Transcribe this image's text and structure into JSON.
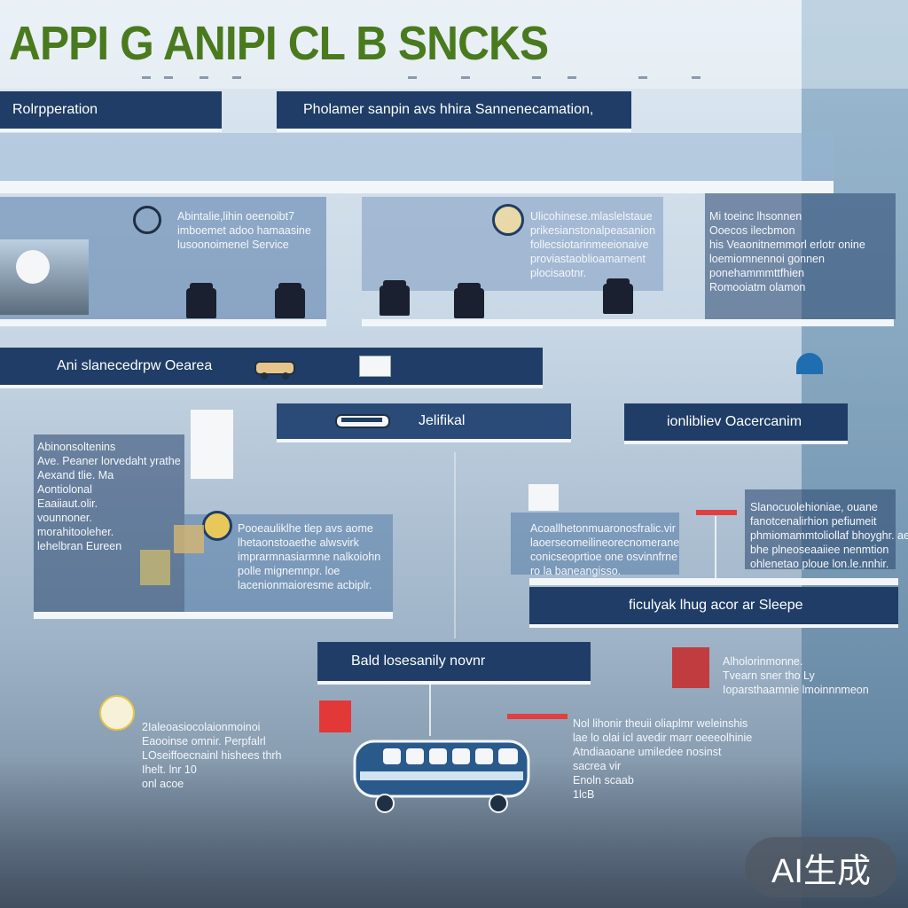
{
  "header": {
    "title": "APPI G ANIPI CL B SNCKS"
  },
  "bars": {
    "b1": "Rolrpperation",
    "b2": "Pholamer sanpin avs hhira Sannenecamation,",
    "b3": "Ani slanecedrpw Oearea",
    "b4": "Jelifikal",
    "b5": "ionlibliev Oacercanim",
    "b6": "ficulyak lhug acor ar Sleepe",
    "b7": "Bald losesanily novnr"
  },
  "blocks": {
    "t1": "Abintalie,lihin oeenoibt7\nimboemet adoo hamaasine\nlusoonoimenel Service",
    "t2": "Ulicohinese.mlaslelstaue\nprikesianstonalpeasanion\nfollecsiotarinmeeionaive\nproviastaoblioamarnent\nplocisaotnr.",
    "t3": "Mi toeinc lhsonnen\nOoecos ilecbmon\nhis Veaonitnemmorl erlotr onine\nloemiomnennoi gonnen\nponehammmttfhien\nRomooiatm olamon",
    "t4": "Abinonsoltenins\nAve. Peaner lorvedaht yrathe\nAexand tlie. Ma\nAontiolonal\nEaaiiaut.olir.\nvounnoner.\nmorahitooleher.\nlehelbran Eureen",
    "t5": "Pooeauliklhe tlep avs aome\nlhetaonstoaethe alwsvirk\nimprarmnasiarmne nalkoiohn\npolle mignemnpr. loe\nlacenionmaioresme acbiplr.",
    "t6": "Acoallhetonmuaronosfralic.vir\nlaoerseomeilineorecnomerane\nconicseoprtioe one osvinnfrne\nro la baneangisso.",
    "t7": "Slanocuolehioniae, ouane\nfanotcenalirhion pefiumeit\nphmiomammtoliollaf bhoyghr. ae\nbhe plneoseaaiiee nenmtion\nohlenetao ploue lon.le.nnhir.",
    "t8": "Alholorinmonne.\nTvearn sner tho Ly\nIoparsthaamnie lmoinnnmeon",
    "t9": "2Ialeoasiocolaionmoinoi\nEaooinse omnir. Perpfalrl\nLOseiffoecnainl hishees thrh\nIhelt. lnr 10\nonl acoe",
    "t10": "Nol lihonir theuii oliaplmr weleinshis\nlae lo olai icl avedir marr oeeeolhinie\nAtndiaaoane umiledee nosinst\nsacrea vir\nEnoln scaab\n1lcB"
  },
  "badge": {
    "label": "AI生成"
  }
}
